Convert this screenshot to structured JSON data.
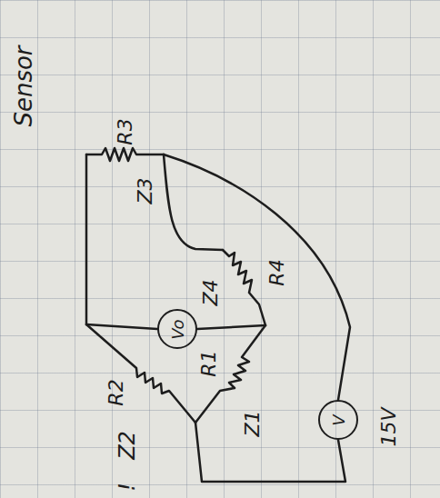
{
  "diagram": {
    "nodes": [
      {
        "text": [
          "Vo"
        ]
      },
      {
        "text": [
          "V"
        ]
      }
    ],
    "labels": [
      "Sensor",
      "R3",
      "Z3",
      "R4",
      "Z4",
      "15V",
      "R2",
      "R1",
      "Z1",
      "Z2",
      "!"
    ]
  }
}
